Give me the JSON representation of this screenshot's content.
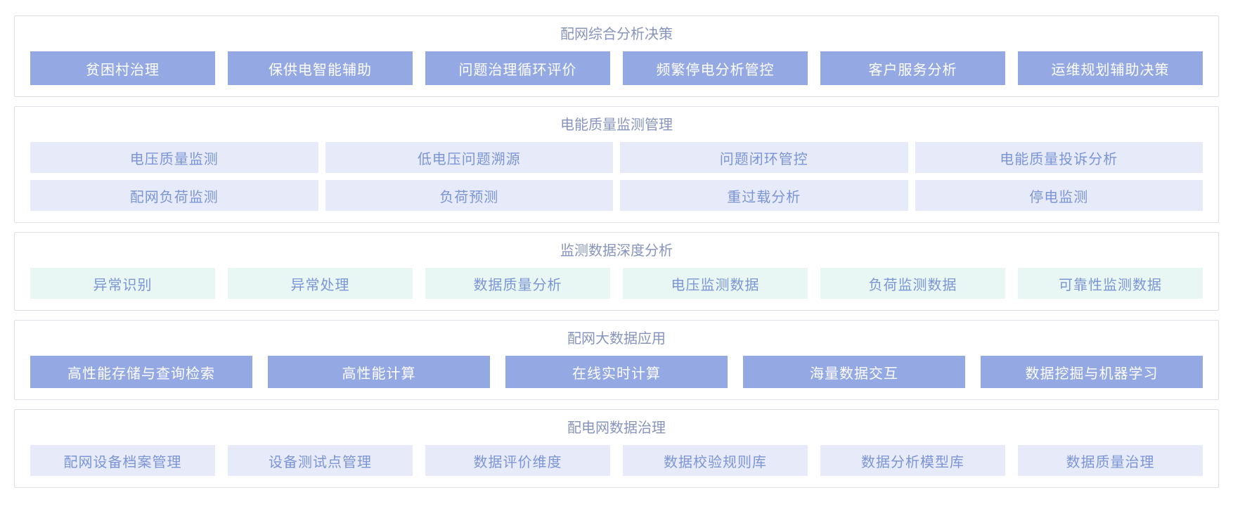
{
  "colors": {
    "panel_border": "#dcdfe4",
    "title_text": "#8794bc",
    "solid_tile_bg": "#94a9e4",
    "solid_tile_text": "#ffffff",
    "lavender_tile_bg": "#e7ebf9",
    "mint_tile_bg": "#e9f7f4",
    "light_tile_text": "#7b95d5"
  },
  "sections": [
    {
      "title": "配网综合分析决策",
      "variant": "solid",
      "rows": [
        [
          "贫困村治理",
          "保供电智能辅助",
          "问题治理循环评价",
          "频繁停电分析管控",
          "客户服务分析",
          "运维规划辅助决策"
        ]
      ]
    },
    {
      "title": "电能质量监测管理",
      "variant": "lavender",
      "rows": [
        [
          "电压质量监测",
          "低电压问题溯源",
          "问题闭环管控",
          "电能质量投诉分析"
        ],
        [
          "配网负荷监测",
          "负荷预测",
          "重过载分析",
          "停电监测"
        ]
      ]
    },
    {
      "title": "监测数据深度分析",
      "variant": "mint",
      "rows": [
        [
          "异常识别",
          "异常处理",
          "数据质量分析",
          "电压监测数据",
          "负荷监测数据",
          "可靠性监测数据"
        ]
      ]
    },
    {
      "title": "配网大数据应用",
      "variant": "solid",
      "rows": [
        [
          "高性能存储与查询检索",
          "高性能计算",
          "在线实时计算",
          "海量数据交互",
          "数据挖掘与机器学习"
        ]
      ]
    },
    {
      "title": "配电网数据治理",
      "variant": "lavender",
      "rows": [
        [
          "配网设备档案管理",
          "设备测试点管理",
          "数据评价维度",
          "数据校验规则库",
          "数据分析模型库",
          "数据质量治理"
        ]
      ]
    }
  ]
}
